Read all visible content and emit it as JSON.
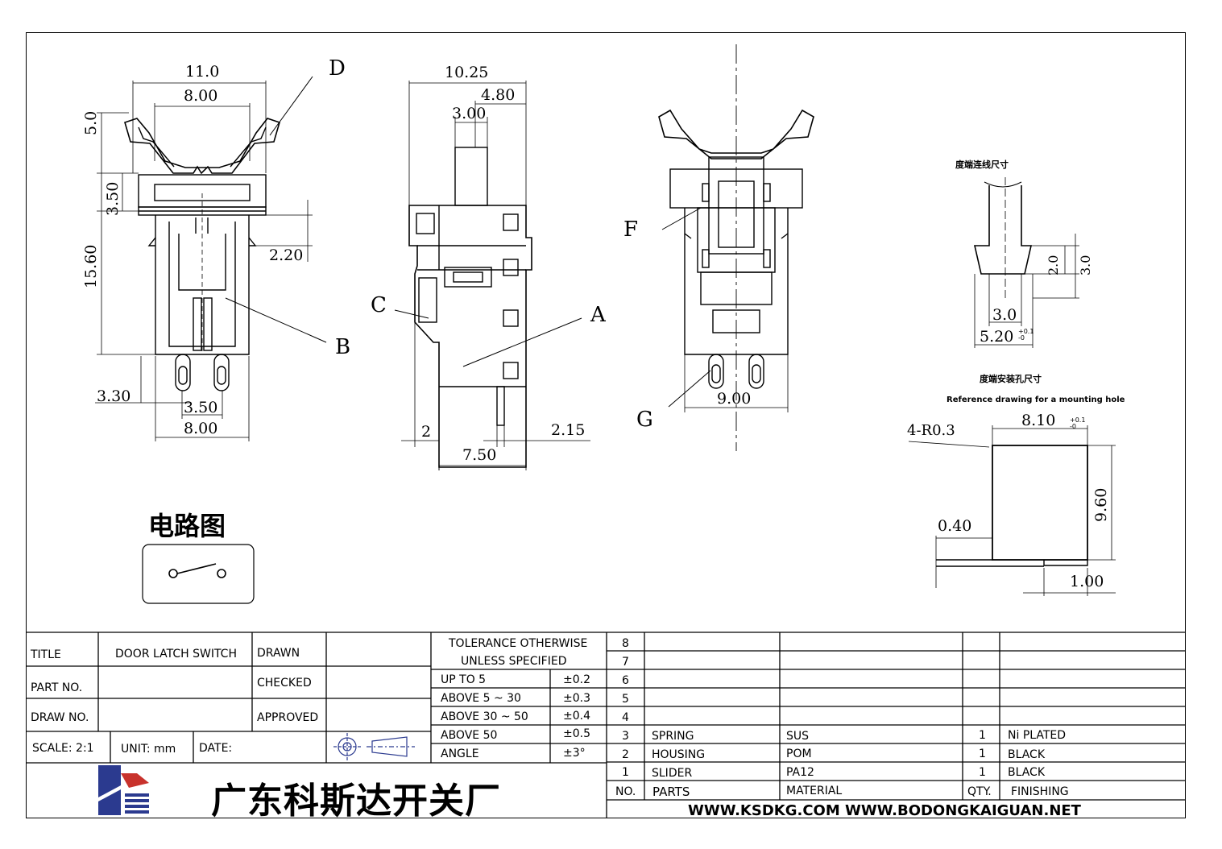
{
  "drawing": {
    "front_view": {
      "dims": [
        "11.0",
        "8.00",
        "5.0",
        "3.50",
        "15.60",
        "2.20",
        "3.30",
        "3.50",
        "8.00"
      ],
      "labels": [
        "D",
        "B"
      ]
    },
    "side_view": {
      "dims": [
        "10.25",
        "4.80",
        "3.00",
        "2",
        "2.15",
        "7.50"
      ],
      "labels": [
        "C",
        "A"
      ]
    },
    "rear_view": {
      "dims": [
        "9.00"
      ],
      "labels": [
        "F",
        "G"
      ]
    },
    "detail_view": {
      "note_cn": "度端连线尺寸",
      "dims": [
        "2.0",
        "3.0",
        "3.0",
        "5.20"
      ],
      "tol_520": "+0.1 -0"
    },
    "mount_hole": {
      "note_cn": "度端安装孔尺寸",
      "note_en": "Reference drawing for a mounting hole",
      "corner": "4-R0.3",
      "dims": [
        "8.10",
        "9.60",
        "0.40",
        "1.00"
      ],
      "tol": "+0.1 -0"
    },
    "circuit_title": "电路图"
  },
  "title_block": {
    "title_label": "TITLE",
    "title_value": "DOOR LATCH SWITCH",
    "drawn": "DRAWN",
    "part_no": "PART NO.",
    "checked": "CHECKED",
    "draw_no": "DRAW NO.",
    "approved": "APPROVED",
    "scale": "SCALE: 2:1",
    "unit": "UNIT: mm",
    "date": "DATE:",
    "tolerance_header_1": "TOLERANCE OTHERWISE",
    "tolerance_header_2": "UNLESS SPECIFIED",
    "tolerances": [
      {
        "range": "UP TO 5",
        "value": "±0.2"
      },
      {
        "range": "ABOVE 5 ~ 30",
        "value": "±0.3"
      },
      {
        "range": "ABOVE 30 ~ 50",
        "value": "±0.4"
      },
      {
        "range": "ABOVE 50",
        "value": "±0.5"
      },
      {
        "range": "ANGLE",
        "value": "±3°"
      }
    ],
    "company": "广东科斯达开关厂",
    "website": "WWW.KSDKG.COM   WWW.BODONGKAIGUAN.NET"
  },
  "bom": {
    "rows": [
      {
        "no": "8",
        "part": "",
        "material": "",
        "qty": "",
        "finish": ""
      },
      {
        "no": "7",
        "part": "",
        "material": "",
        "qty": "",
        "finish": ""
      },
      {
        "no": "6",
        "part": "",
        "material": "",
        "qty": "",
        "finish": ""
      },
      {
        "no": "5",
        "part": "",
        "material": "",
        "qty": "",
        "finish": ""
      },
      {
        "no": "4",
        "part": "",
        "material": "",
        "qty": "",
        "finish": ""
      },
      {
        "no": "3",
        "part": "SPRING",
        "material": "SUS",
        "qty": "1",
        "finish": "Ni PLATED"
      },
      {
        "no": "2",
        "part": "HOUSING",
        "material": "POM",
        "qty": "1",
        "finish": "BLACK"
      },
      {
        "no": "1",
        "part": "SLIDER",
        "material": "PA12",
        "qty": "1",
        "finish": "BLACK"
      }
    ],
    "header": {
      "no": "NO.",
      "part": "PARTS",
      "material": "MATERIAL",
      "qty": "QTY.",
      "finish": "FINISHING"
    }
  },
  "colors": {
    "logo_blue": "#2b3a8f",
    "logo_red": "#c8322c",
    "ink": "#000000"
  }
}
